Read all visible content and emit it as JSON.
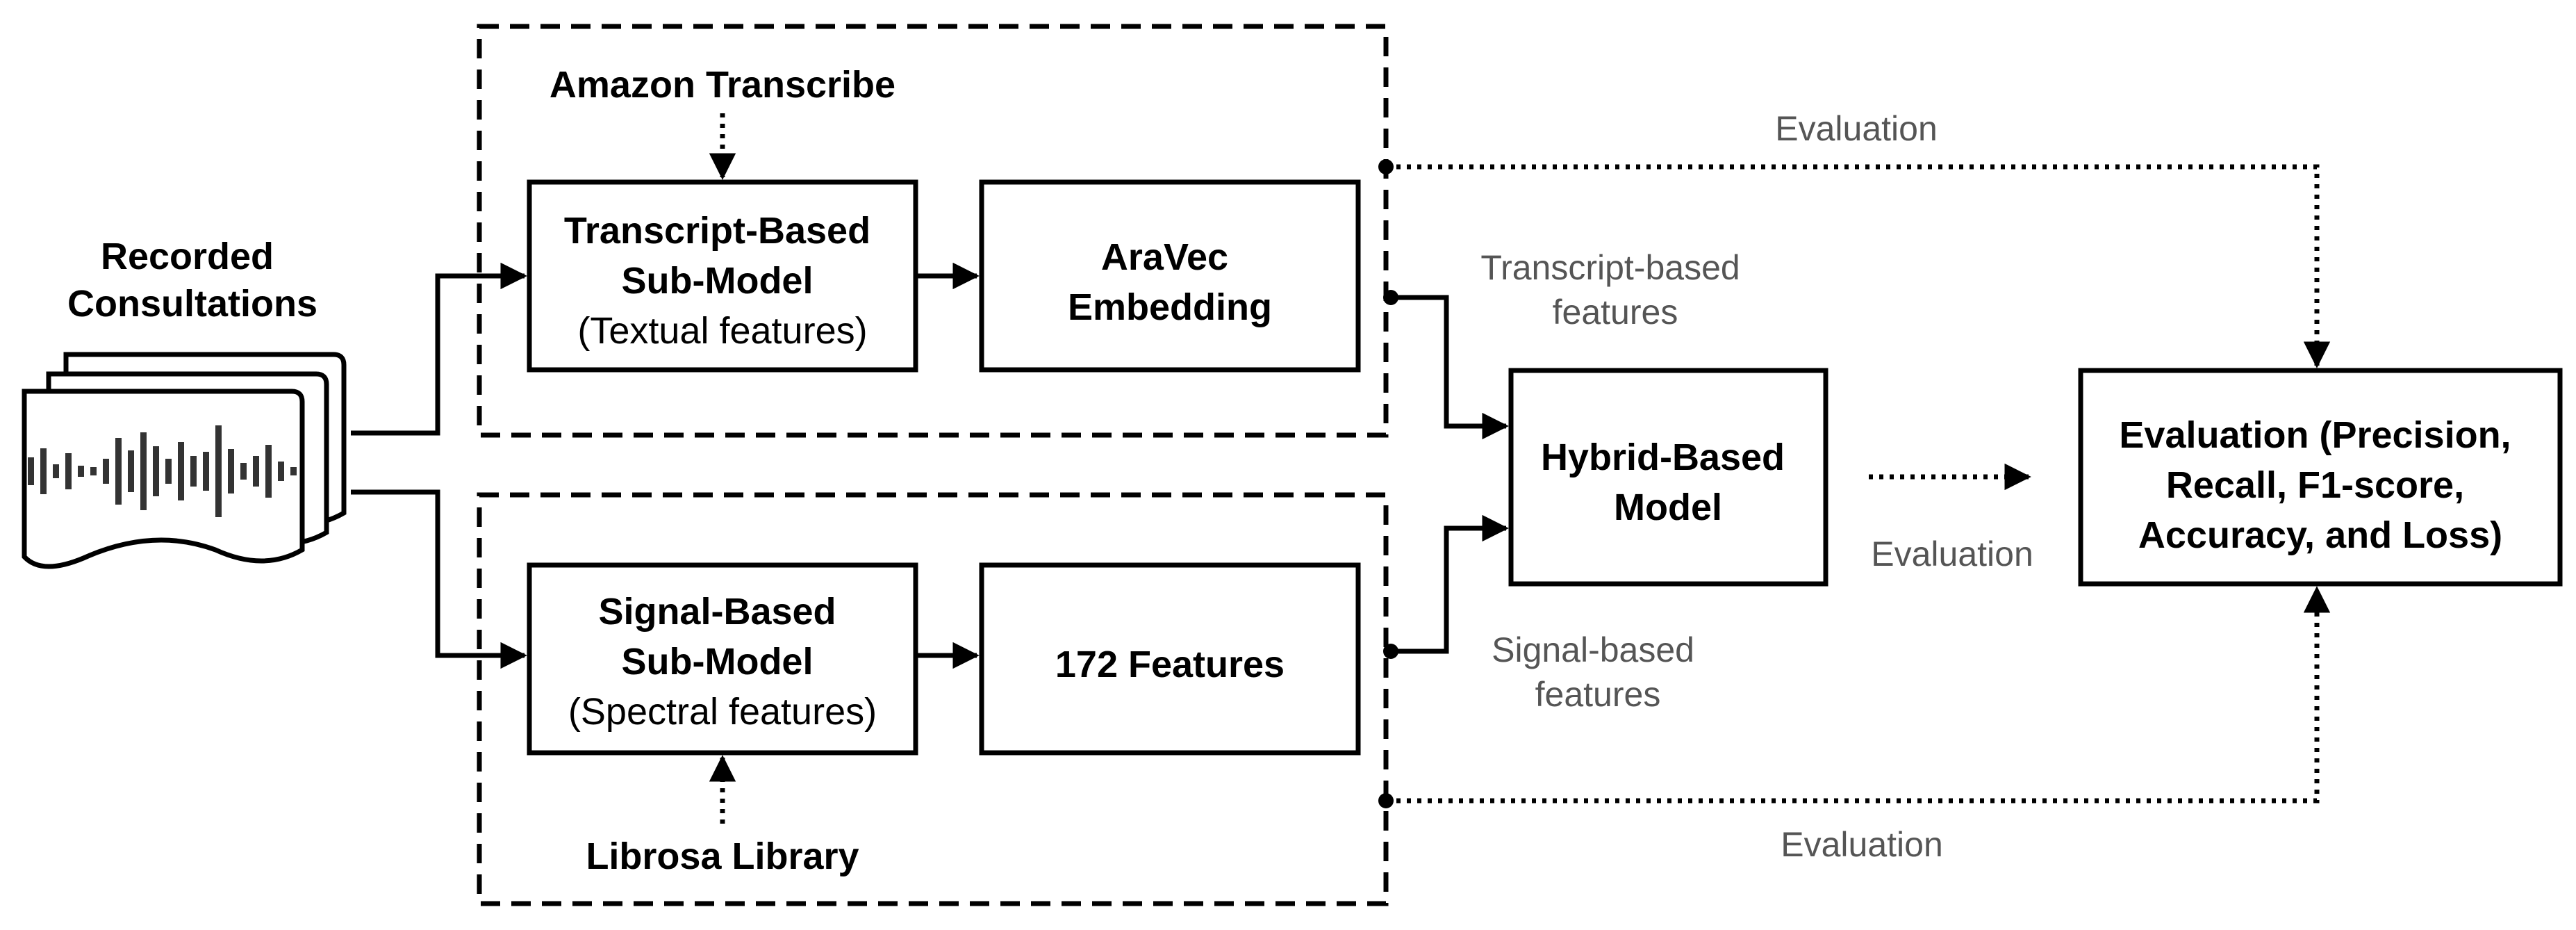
{
  "labels": {
    "recorded_consultations": [
      "Recorded",
      "Consultations"
    ],
    "amazon_transcribe": "Amazon Transcribe",
    "librosa_library": "Librosa Library",
    "transcript_submodel": [
      "Transcript-Based",
      "Sub-Model",
      "(Textual features)"
    ],
    "aravec": [
      "AraVec",
      "Embedding"
    ],
    "signal_submodel": [
      "Signal-Based",
      "Sub-Model",
      "(Spectral features)"
    ],
    "features_172": "172 Features",
    "hybrid_model": [
      "Hybrid-Based",
      "Model"
    ],
    "evaluation_box": [
      "Evaluation (Precision,",
      "Recall, F1-score,",
      "Accuracy, and Loss)"
    ],
    "transcript_features": [
      "Transcript-based",
      "features"
    ],
    "signal_features": [
      "Signal-based",
      "features"
    ],
    "evaluation_top": "Evaluation",
    "evaluation_mid": "Evaluation",
    "evaluation_bottom": "Evaluation"
  },
  "icons": {
    "audio_files": "audio-waveform-stack-icon"
  }
}
